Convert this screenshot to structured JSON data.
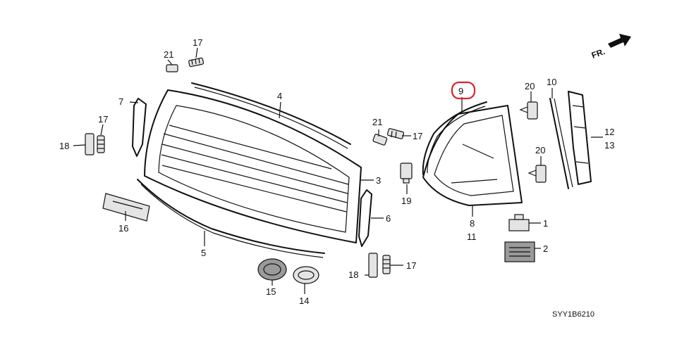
{
  "diagram": {
    "direction_label": "FR.",
    "drawing_code": "SYY1B6210",
    "highlight_color": "#d9262c",
    "highlighted_callout": "9",
    "callouts": {
      "c1": "1",
      "c2": "2",
      "c3": "3",
      "c4": "4",
      "c5": "5",
      "c6": "6",
      "c7": "7",
      "c8": "8",
      "c9": "9",
      "c10": "10",
      "c11": "11",
      "c12": "12",
      "c13": "13",
      "c14": "14",
      "c15": "15",
      "c16": "16",
      "c17a": "17",
      "c17b": "17",
      "c17c": "17",
      "c17d": "17",
      "c18a": "18",
      "c18b": "18",
      "c19": "19",
      "c20a": "20",
      "c20b": "20",
      "c21a": "21",
      "c21b": "21"
    }
  }
}
